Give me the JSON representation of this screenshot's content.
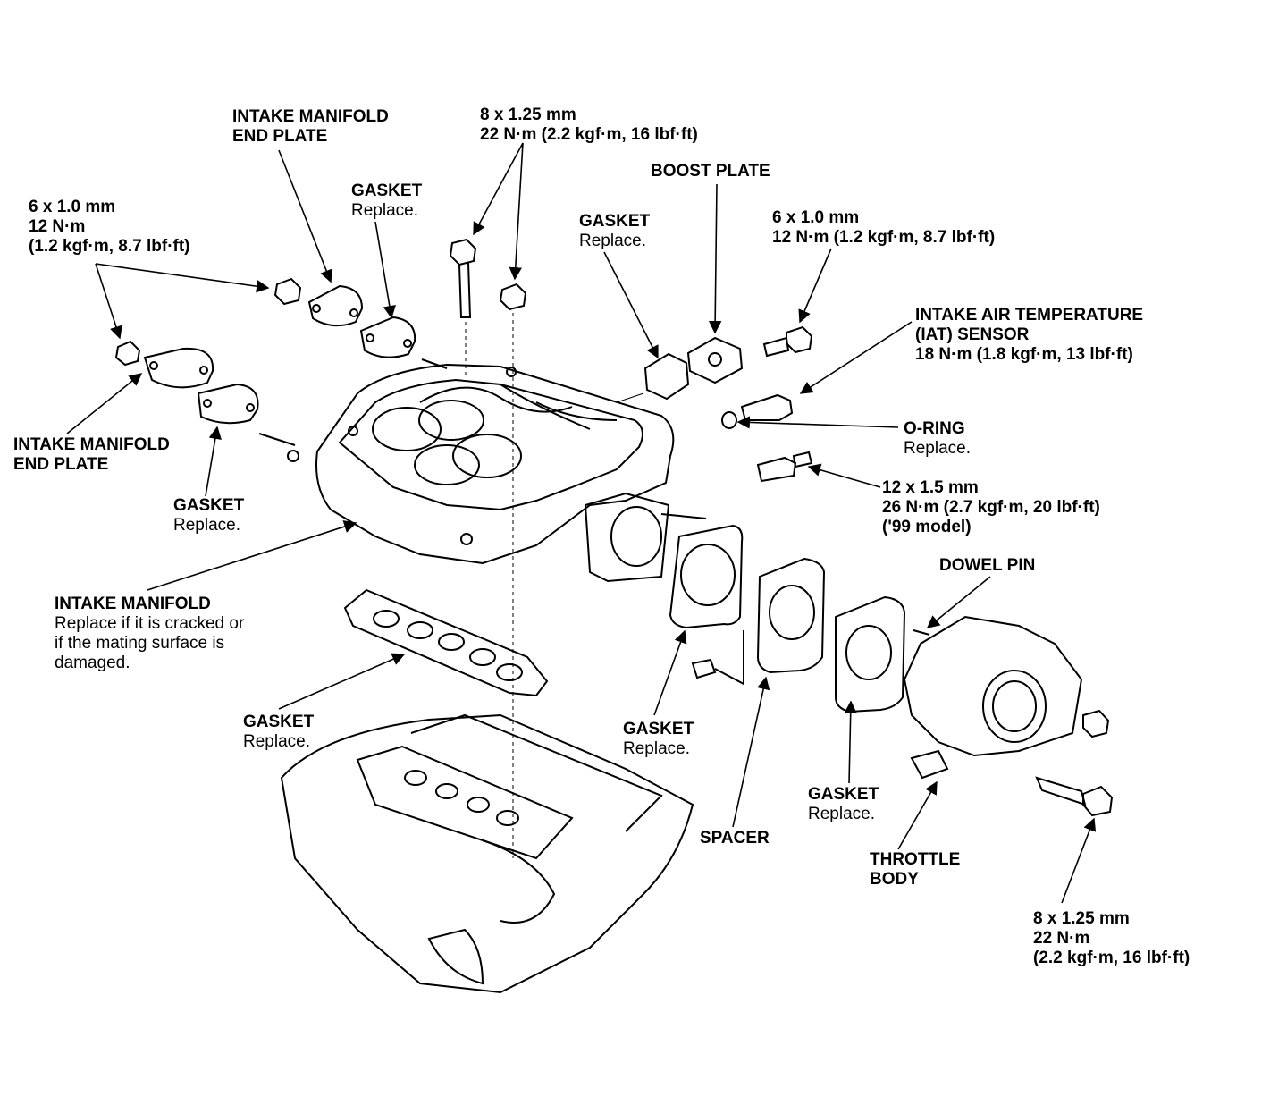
{
  "labels": {
    "end_plate_top": {
      "lines": [
        "INTAKE MANIFOLD",
        "END PLATE"
      ]
    },
    "bolt_top": {
      "lines": [
        "8 x 1.25 mm",
        "22 N·m (2.2 kgf·m, 16 lbf·ft)"
      ]
    },
    "boost_plate": {
      "lines": [
        "BOOST PLATE"
      ]
    },
    "gasket_top_left": {
      "title": "GASKET",
      "note": "Replace."
    },
    "nut_left": {
      "lines": [
        "6 x 1.0 mm",
        "12 N·m",
        "(1.2 kgf·m, 8.7 lbf·ft)"
      ]
    },
    "gasket_top_right": {
      "title": "GASKET",
      "note": "Replace."
    },
    "bolt_right": {
      "lines": [
        "6 x 1.0 mm",
        "12 N·m (1.2 kgf·m, 8.7 lbf·ft)"
      ]
    },
    "iat_sensor": {
      "lines": [
        "INTAKE AIR TEMPERATURE",
        "(IAT) SENSOR",
        "18 N·m (1.8 kgf·m, 13 lbf·ft)"
      ]
    },
    "o_ring": {
      "title": "O-RING",
      "note": "Replace."
    },
    "end_plate_left": {
      "lines": [
        "INTAKE MANIFOLD",
        "END PLATE"
      ]
    },
    "fitting": {
      "lines": [
        "12 x 1.5 mm",
        "26 N·m (2.7 kgf·m, 20 lbf·ft)",
        "('99 model)"
      ]
    },
    "gasket_left": {
      "title": "GASKET",
      "note": "Replace."
    },
    "dowel_pin": {
      "lines": [
        "DOWEL PIN"
      ]
    },
    "intake_manifold": {
      "title": "INTAKE MANIFOLD",
      "notes": [
        "Replace if it is cracked or",
        "if the mating surface is",
        "damaged."
      ]
    },
    "gasket_lower": {
      "title": "GASKET",
      "note": "Replace."
    },
    "gasket_throttle_1": {
      "title": "GASKET",
      "note": "Replace."
    },
    "gasket_throttle_2": {
      "title": "GASKET",
      "note": "Replace."
    },
    "spacer": {
      "lines": [
        "SPACER"
      ]
    },
    "throttle_body": {
      "lines": [
        "THROTTLE",
        "BODY"
      ]
    },
    "bolt_bottom": {
      "lines": [
        "8 x 1.25 mm",
        "22 N·m",
        "(2.2 kgf·m, 16 lbf·ft)"
      ]
    }
  },
  "colors": {
    "ink": "#000000",
    "paper": "#ffffff"
  }
}
